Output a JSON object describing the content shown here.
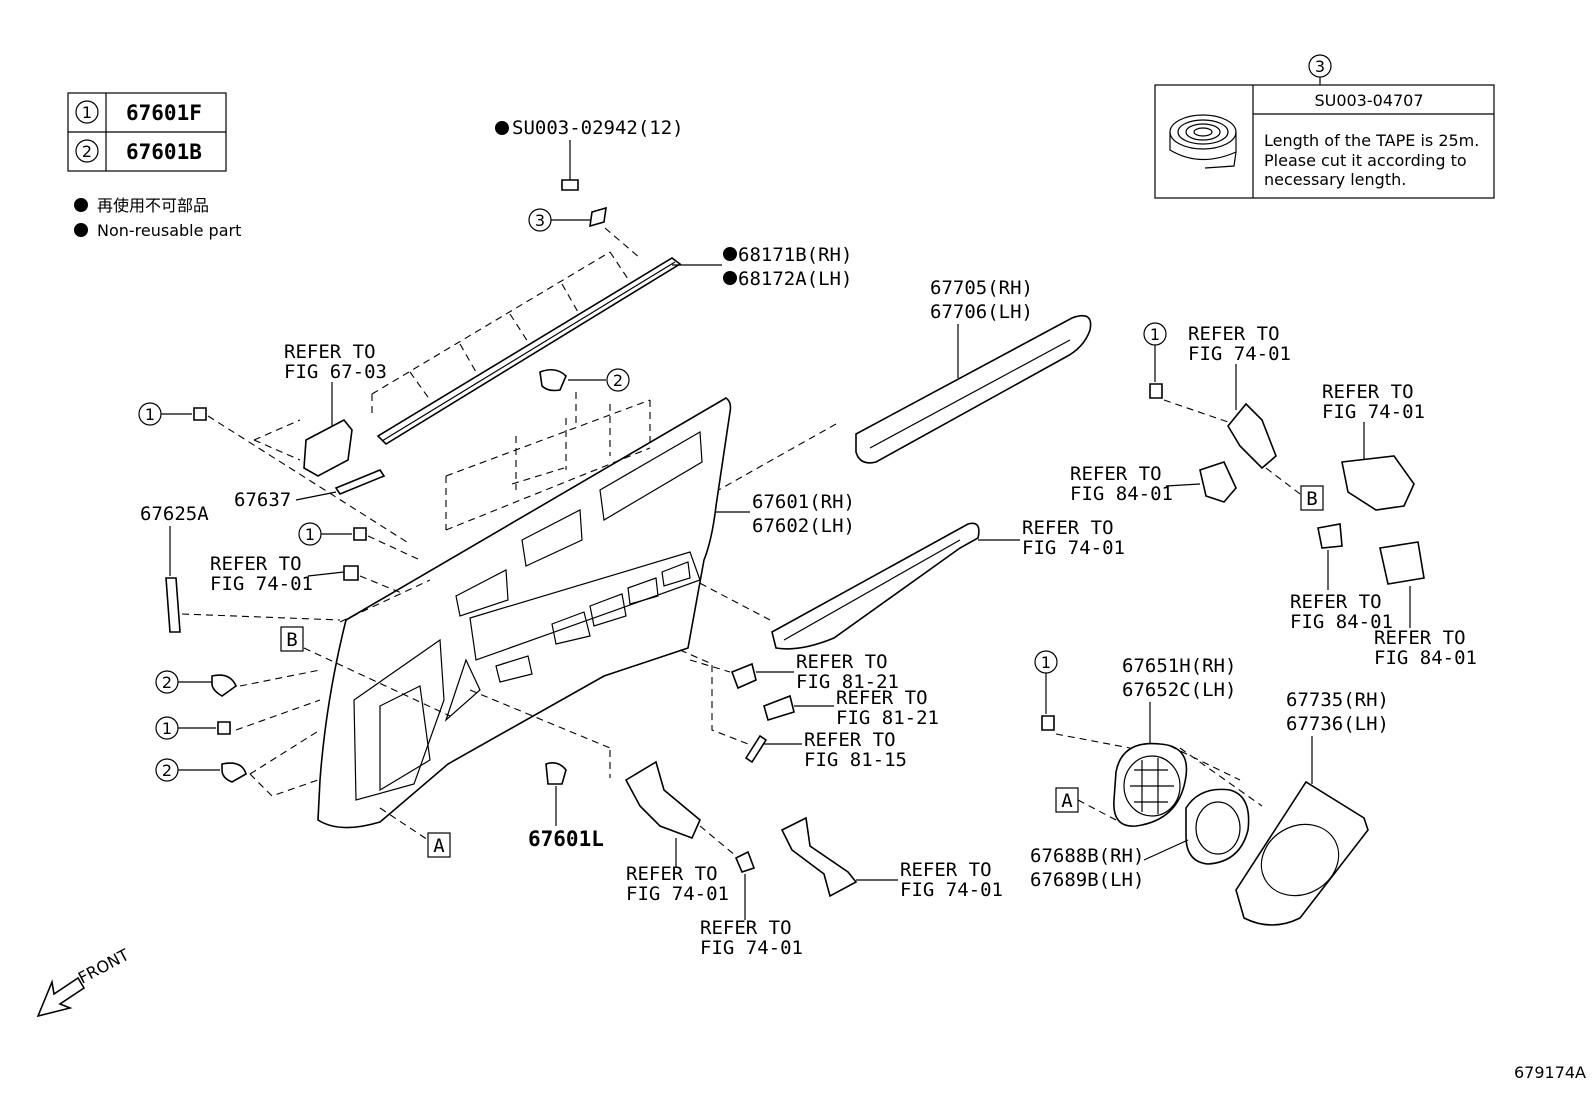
{
  "legend_table": [
    {
      "num": "1",
      "part": "67601F"
    },
    {
      "num": "2",
      "part": "67601B"
    }
  ],
  "notes": {
    "jp": "再使用不可部品",
    "en": "Non-reusable part"
  },
  "tape_box": {
    "num": "3",
    "code": "SU003-04707",
    "line1": "Length of the TAPE is 25m.",
    "line2": "Please cut it according to",
    "line3": "necessary length."
  },
  "labels": {
    "su_top": "SU003-02942(12)",
    "weather_rh": "68171B(RH)",
    "weather_lh": "68172A(LH)",
    "armrest_rh": "67705(RH)",
    "armrest_lh": "67706(LH)",
    "trim_rh": "67601(RH)",
    "trim_lh": "67602(LH)",
    "p67637": "67637",
    "p67625a": "67625A",
    "p67601l": "67601L",
    "speaker_grille_rh": "67651H(RH)",
    "speaker_grille_lh": "67652C(LH)",
    "speaker_ring_rh": "67688B(RH)",
    "speaker_ring_lh": "67689B(LH)",
    "bezel_rh": "67735(RH)",
    "bezel_lh": "67736(LH)",
    "refer_to": "REFER TO",
    "fig_67_03": "FIG 67-03",
    "fig_74_01": "FIG 74-01",
    "fig_84_01": "FIG 84-01",
    "fig_81_21": "FIG 81-21",
    "fig_81_15": "FIG 81-15",
    "box_a": "A",
    "box_b": "B",
    "front": "FRONT",
    "diagram_id": "679174A"
  },
  "circles": {
    "one": "1",
    "two": "2",
    "three": "3"
  }
}
